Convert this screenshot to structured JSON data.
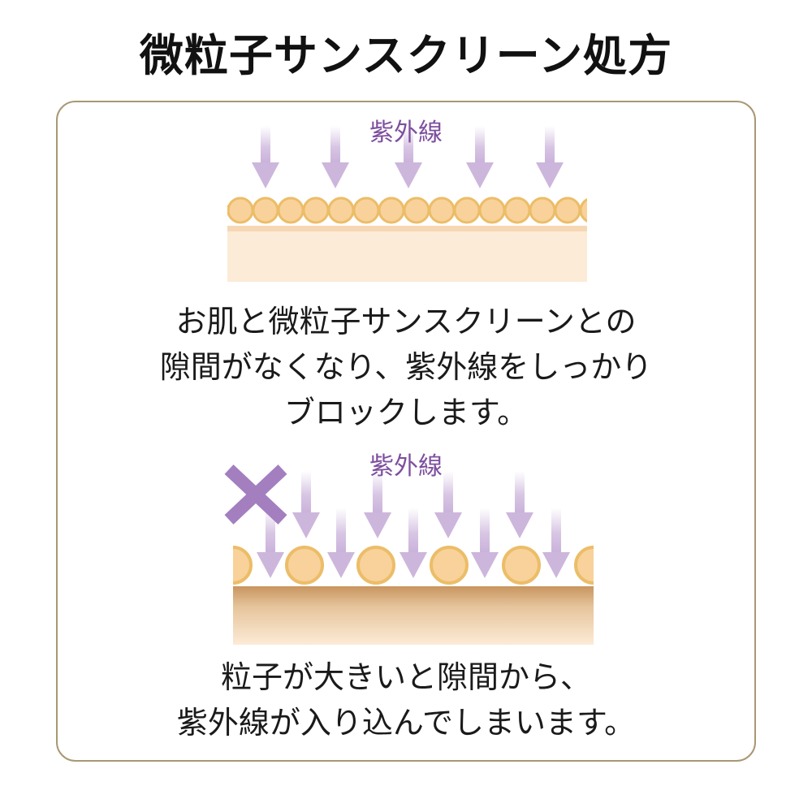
{
  "title": "微粒子サンスクリーン処方",
  "colors": {
    "border": "#a89873",
    "uv_text": "#7d4f9e",
    "arrow": "#cdb6dc",
    "particle_fill": "#f8d29a",
    "particle_stroke": "#ecbd68",
    "skin_light": "#fcebd6",
    "skin_dark": "#c99864",
    "cross": "#a37fbf"
  },
  "diagram_top": {
    "uv_label": "紫外線",
    "caption_lines": [
      "お肌と微粒子サンスクリーンとの",
      "隙間がなくなり、紫外線をしっかり",
      "ブロックします。"
    ]
  },
  "diagram_bottom": {
    "uv_label": "紫外線",
    "caption_lines": [
      "粒子が大きいと隙間から、",
      "紫外線が入り込んでしまいます。"
    ]
  }
}
